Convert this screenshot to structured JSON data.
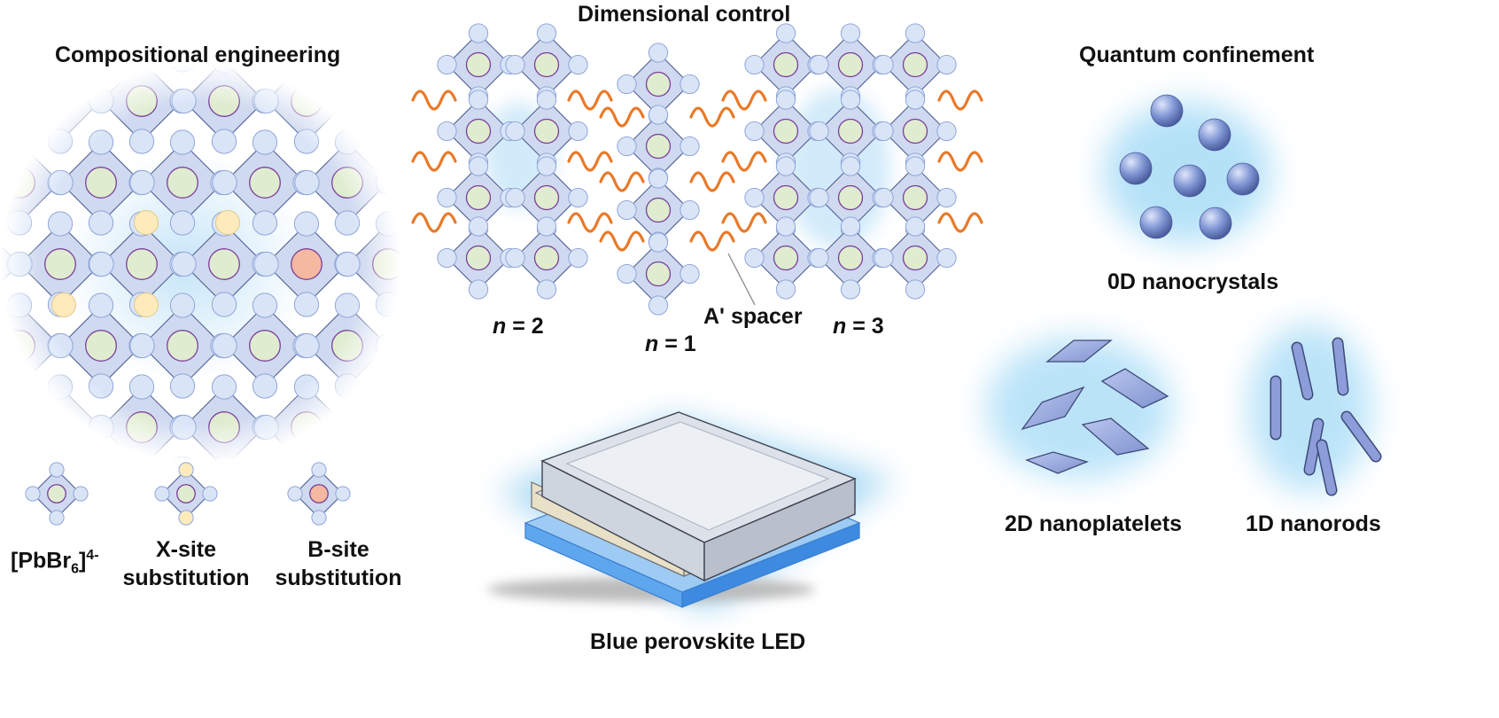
{
  "headings": {
    "compositional": "Compositional engineering",
    "dimensional": "Dimensional control",
    "quantum": "Quantum confinement"
  },
  "compositional": {
    "legend": [
      {
        "formula_main": "[PbBr",
        "formula_sub": "6",
        "formula_close": "]",
        "formula_sup": "4-"
      },
      {
        "line1": "X-site",
        "line2": "substitution"
      },
      {
        "line1": "B-site",
        "line2": "substitution"
      }
    ]
  },
  "dimensional": {
    "labels": {
      "n2_var": "n",
      "n2_rest": " = 2",
      "n1_var": "n",
      "n1_rest": " = 1",
      "n3_var": "n",
      "n3_rest": " = 3",
      "spacer": "A' spacer"
    }
  },
  "led": {
    "caption": "Blue perovskite LED"
  },
  "quantum": {
    "zero_d": "0D nanocrystals",
    "two_d": "2D nanoplatelets",
    "one_d": "1D nanorods"
  },
  "colors": {
    "octahedron_fill": "#cfd9f0",
    "octahedron_stroke": "#5a6a98",
    "x_site": "#d9e5f7",
    "b_site": "#dfeccf",
    "b_site_ring": "#7a3f9a",
    "x_sub": "#fdebbb",
    "b_sub": "#f5b8a0",
    "spacer_wave": "#e87a2a",
    "glow": "#5fb8ea",
    "led_blue": "#2f8fe6",
    "particle": "#7f95d2"
  }
}
